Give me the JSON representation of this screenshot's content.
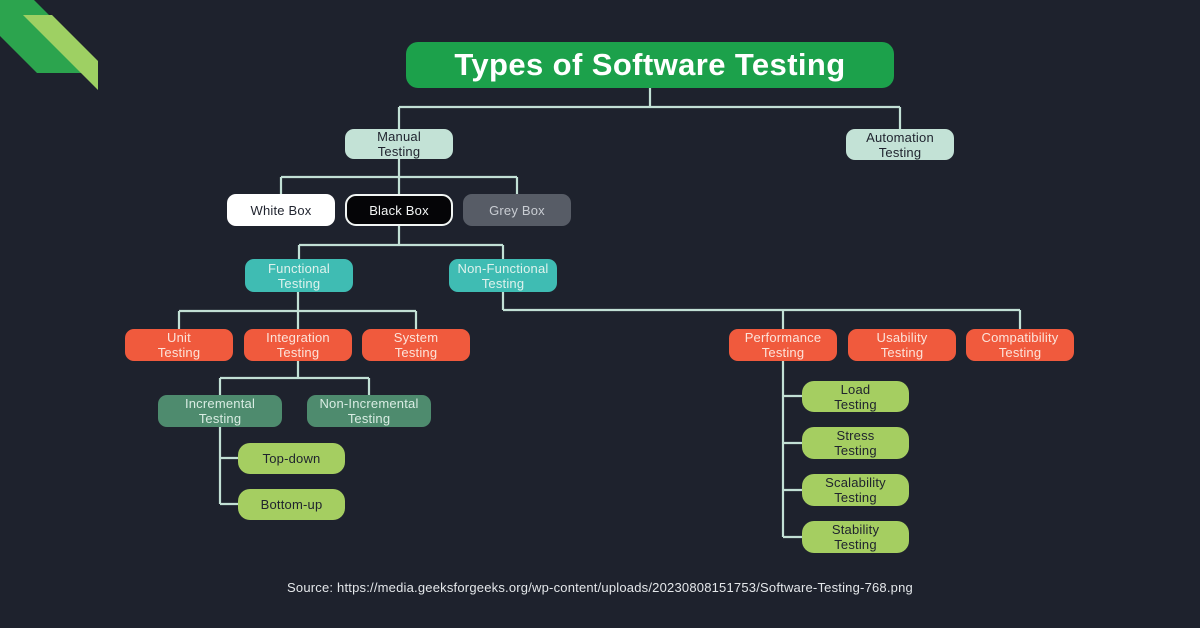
{
  "title": {
    "label": "Types of Software Testing"
  },
  "colors": {
    "background": "#1e222d",
    "connector_line": "#c2e0d5",
    "title_green": "#1ca14b",
    "mint": "#c3e2d6",
    "white": "#ffffff",
    "black": "#050507",
    "grey": "#575c66",
    "teal": "#3fbcb3",
    "orange": "#f05a3d",
    "forest_green": "#4e8b6e",
    "lime_green": "#a5ce61",
    "ribbon_dark_green": "#2ca44e",
    "ribbon_light_green": "#9ed063"
  },
  "nodes": {
    "manual": {
      "label": "Manual\nTesting",
      "variant": "mint"
    },
    "automation": {
      "label": "Automation\nTesting",
      "variant": "mint"
    },
    "white_box": {
      "label": "White Box",
      "variant": "white"
    },
    "black_box": {
      "label": "Black Box",
      "variant": "black"
    },
    "grey_box": {
      "label": "Grey Box",
      "variant": "grey"
    },
    "functional": {
      "label": "Functional\nTesting",
      "variant": "teal"
    },
    "non_functional": {
      "label": "Non-Functional\nTesting",
      "variant": "teal"
    },
    "unit": {
      "label": "Unit\nTesting",
      "variant": "orange"
    },
    "integration": {
      "label": "Integration\nTesting",
      "variant": "orange"
    },
    "system": {
      "label": "System\nTesting",
      "variant": "orange"
    },
    "incremental": {
      "label": "Incremental\nTesting",
      "variant": "forest"
    },
    "non_incremental": {
      "label": "Non-Incremental\nTesting",
      "variant": "forest"
    },
    "top_down": {
      "label": "Top-down",
      "variant": "lime"
    },
    "bottom_up": {
      "label": "Bottom-up",
      "variant": "lime"
    },
    "performance": {
      "label": "Performance\nTesting",
      "variant": "orange"
    },
    "usability": {
      "label": "Usability\nTesting",
      "variant": "orange"
    },
    "compatibility": {
      "label": "Compatibility\nTesting",
      "variant": "orange"
    },
    "load": {
      "label": "Load\nTesting",
      "variant": "lime"
    },
    "stress": {
      "label": "Stress\nTesting",
      "variant": "lime"
    },
    "scalability": {
      "label": "Scalability\nTesting",
      "variant": "lime"
    },
    "stability": {
      "label": "Stability\nTesting",
      "variant": "lime"
    }
  },
  "footer": {
    "source_text": "Source: https://media.geeksforgeeks.org/wp-content/uploads/20230808151753/Software-Testing-768.png"
  }
}
